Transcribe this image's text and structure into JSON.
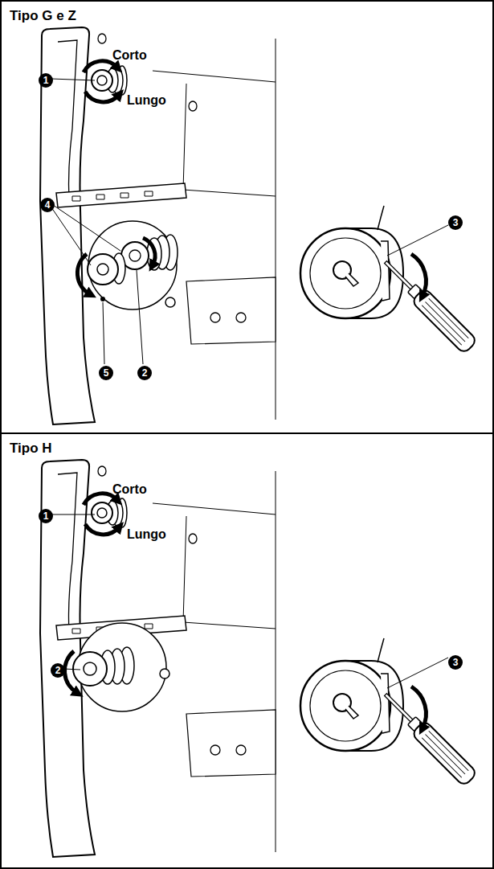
{
  "diagram": {
    "nodes": [
      {
        "text": [
          "Tipo G e Z"
        ]
      },
      {
        "text": [
          "1"
        ],
        "in": 0
      },
      {
        "text": [
          "4"
        ],
        "in": 0
      },
      {
        "text": [
          "3"
        ],
        "in": 0
      },
      {
        "text": [
          "5"
        ],
        "in": 0
      },
      {
        "text": [
          "2"
        ],
        "in": 0
      },
      {
        "text": [
          "Tipo H"
        ]
      },
      {
        "text": [
          "1"
        ],
        "in": 6
      },
      {
        "text": [
          "3"
        ],
        "in": 6
      },
      {
        "text": [
          "2"
        ],
        "in": 6
      }
    ],
    "labels": [
      "Corto",
      "Lungo",
      "Corto",
      "Lungo"
    ]
  }
}
